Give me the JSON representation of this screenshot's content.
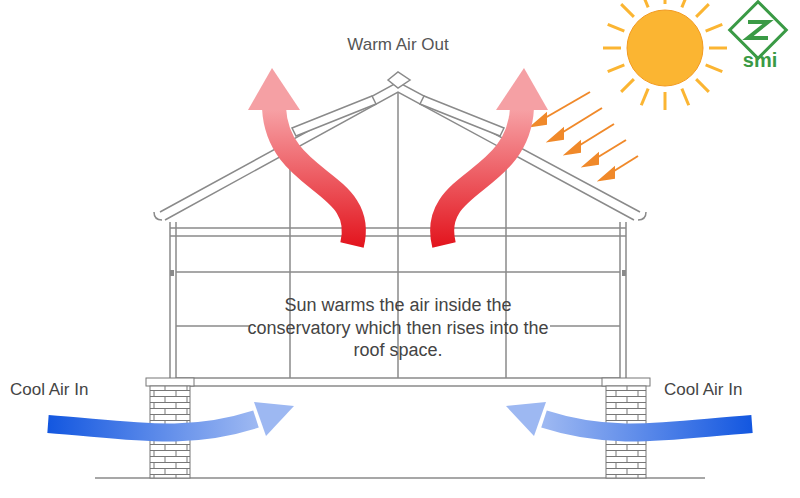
{
  "diagram": {
    "labels": [
      "Warm Air Out",
      "Sun warms the air inside the conservatory which then rises into the roof space.",
      "Cool Air In",
      "Cool Air In",
      "smi"
    ]
  }
}
